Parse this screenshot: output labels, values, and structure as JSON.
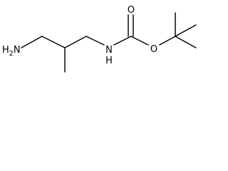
{
  "diagram": {
    "atoms": {
      "amine": {
        "element": "H",
        "subscript": "2",
        "element2": "N"
      },
      "carbamate_nitrogen": {
        "label": "N",
        "hydrogen": "H"
      },
      "carbonyl_oxygen": {
        "label": "O"
      },
      "ester_oxygen": {
        "label": "O"
      }
    }
  }
}
